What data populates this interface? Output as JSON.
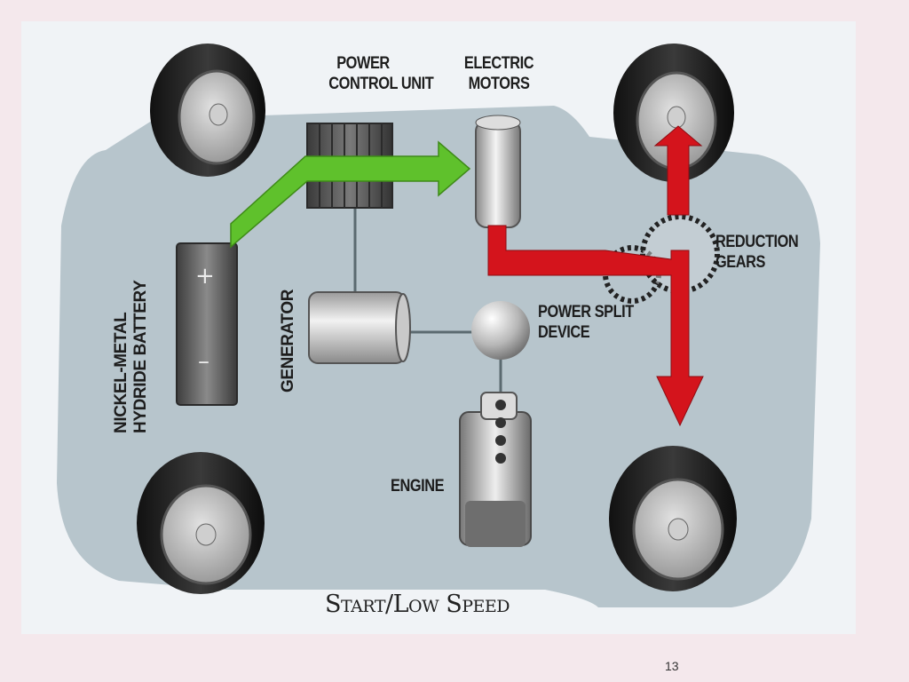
{
  "diagram": {
    "labels": {
      "power_control_unit": [
        "POWER",
        "CONTROL UNIT"
      ],
      "electric_motors": [
        "ELECTRIC",
        "MOTORS"
      ],
      "reduction_gears": [
        "REDUCTION",
        "GEARS"
      ],
      "power_split_device": [
        "POWER SPLIT",
        "DEVICE"
      ],
      "engine": "ENGINE",
      "generator": "GENERATOR",
      "battery": [
        "NICKEL-METAL",
        "HYDRIDE BATTERY"
      ]
    },
    "battery_terminals": {
      "positive": "+",
      "negative": "–"
    },
    "caption": "Start/Low Speed",
    "colors": {
      "electric_flow": "#5fc12c",
      "mechanical_flow": "#d4141c",
      "car_body": "#b7c5cc",
      "background": "#f4e8ec"
    }
  },
  "slide": {
    "page_number": "13"
  }
}
